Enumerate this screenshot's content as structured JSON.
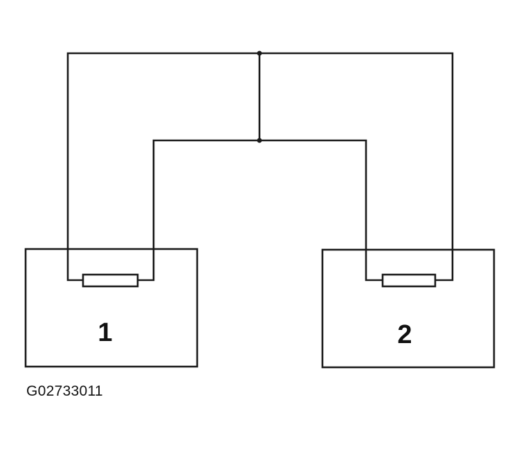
{
  "diagram": {
    "units": [
      {
        "label": "1"
      },
      {
        "label": "2"
      }
    ],
    "figure_id": "G02733011"
  }
}
